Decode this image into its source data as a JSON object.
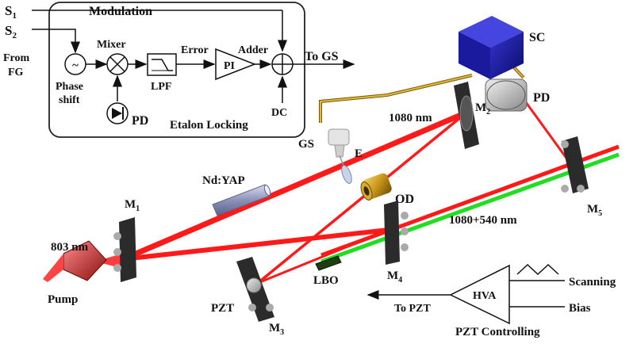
{
  "labels": {
    "s1": "S",
    "s1_sub": "1",
    "s2": "S",
    "s2_sub": "2",
    "from": "From",
    "fg": "FG",
    "modulation": "Modulation",
    "phase_shift_line1": "Phase",
    "phase_shift_line2": "shift",
    "mixer": "Mixer",
    "error": "Error",
    "adder": "Adder",
    "pi": "PI",
    "lpf": "LPF",
    "pd_box": "PD",
    "etalon_locking": "Etalon Locking",
    "dc": "DC",
    "to_gs": "To GS",
    "sc": "SC",
    "pd": "PD",
    "wl_1080": "1080 nm",
    "m2": "M",
    "m2_sub": "2",
    "gs": "GS",
    "e": "E",
    "nd_yap": "Nd:YAP",
    "m1": "M",
    "m1_sub": "1",
    "od": "OD",
    "m5": "M",
    "m5_sub": "5",
    "wl_803": "803 nm",
    "wl_1080_540": "1080+540 nm",
    "pump": "Pump",
    "lbo": "LBO",
    "m4": "M",
    "m4_sub": "4",
    "pzt": "PZT",
    "m3": "M",
    "m3_sub": "3",
    "to_pzt": "To PZT",
    "hva": "HVA",
    "scanning": "Scanning",
    "bias": "Bias",
    "pzt_controlling": "PZT Controlling",
    "phase_symbol": "~"
  },
  "colors": {
    "laser_red": "#ff1a1a",
    "laser_green": "#22dd22",
    "mirror_dark": "#2b2b2b",
    "cable_gold": "#b8960c",
    "sc_blue": "#1a1a9e"
  }
}
